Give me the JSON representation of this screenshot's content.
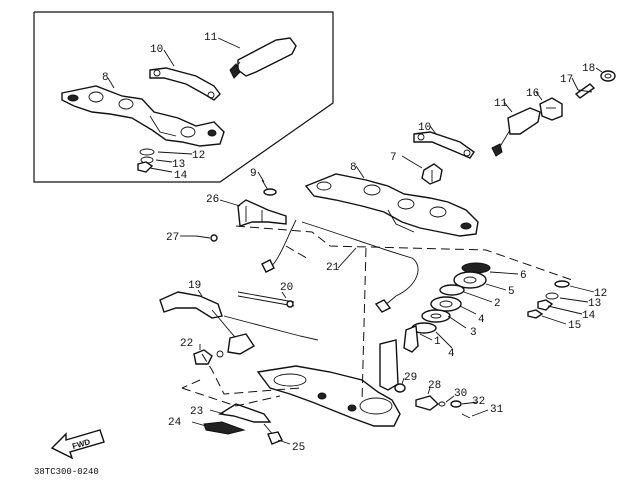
{
  "diagram": {
    "reference_code": "38TC300-0240",
    "fwd_label": "FWD",
    "part_labels": [
      "1",
      "2",
      "3",
      "4",
      "4",
      "5",
      "6",
      "7",
      "8",
      "8",
      "9",
      "10",
      "10",
      "11",
      "11",
      "12",
      "12",
      "13",
      "13",
      "14",
      "14",
      "15",
      "16",
      "17",
      "18",
      "19",
      "20",
      "21",
      "22",
      "23",
      "24",
      "25",
      "26",
      "27",
      "28",
      "29",
      "30",
      "31",
      "32"
    ]
  }
}
